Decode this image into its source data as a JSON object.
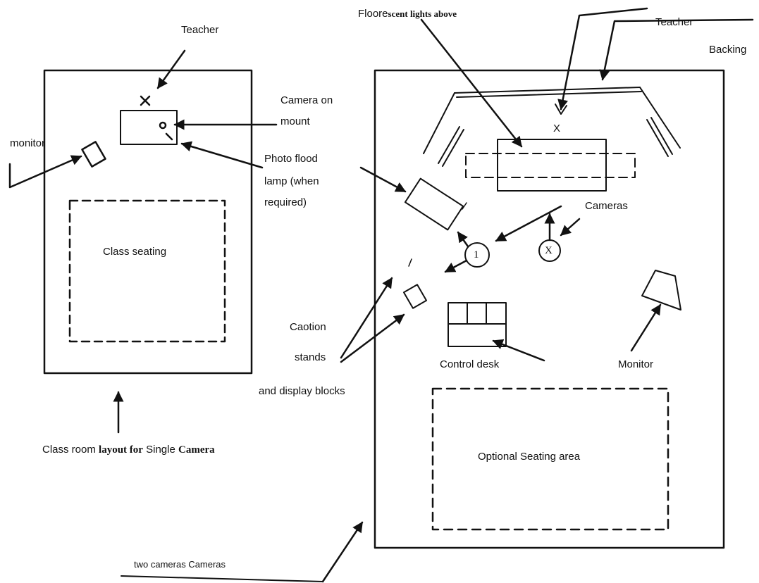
{
  "left_layout": {
    "teacher": "Teacher",
    "camera_on": "Camera on",
    "mount": "mount",
    "monitor": "monitor",
    "photo_flood": "Photo flood",
    "lamp_when": "lamp (when",
    "required": "required)",
    "class_seating": "Class seating",
    "caption_prefix": "Class room",
    "caption_bold_1": "layout for",
    "caption_mid": "Single",
    "caption_bold_2": "Camera"
  },
  "right_layout": {
    "flood_prefix": "Floore",
    "flood_bold": "scent lights above",
    "teacher": "Teacher",
    "backing": "Backing",
    "x_mark": "X",
    "cameras": "Cameras",
    "camera_1": "1",
    "camera_x": "X",
    "caption_stands_1": "Caotion",
    "caption_stands_2": "stands",
    "display_blocks": "and display blocks",
    "control_desk": "Control desk",
    "monitor": "Monitor",
    "optional_seating": "Optional Seating area",
    "bottom_caption": "two cameras   Cameras"
  },
  "colors": {
    "ink": "#111111",
    "background": "#ffffff"
  }
}
